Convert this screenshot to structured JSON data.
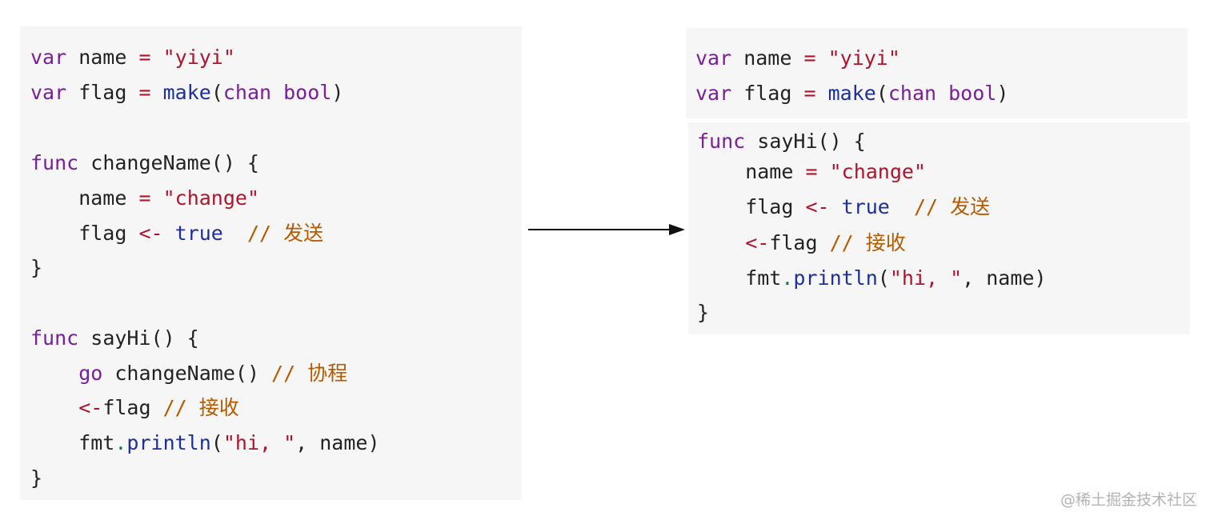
{
  "left_code": [
    [
      {
        "t": "var",
        "c": "kw"
      },
      {
        "t": " name "
      },
      {
        "t": "=",
        "c": "op"
      },
      {
        "t": " "
      },
      {
        "t": "\"yiyi\"",
        "c": "str"
      }
    ],
    [
      {
        "t": "var",
        "c": "kw"
      },
      {
        "t": " flag "
      },
      {
        "t": "=",
        "c": "op"
      },
      {
        "t": " "
      },
      {
        "t": "make",
        "c": "bi"
      },
      {
        "t": "("
      },
      {
        "t": "chan bool",
        "c": "kw"
      },
      {
        "t": ")"
      }
    ],
    [
      {
        "t": "func",
        "c": "kw"
      },
      {
        "t": " changeName() {"
      }
    ],
    [
      {
        "t": "    name "
      },
      {
        "t": "=",
        "c": "op"
      },
      {
        "t": " "
      },
      {
        "t": "\"change\"",
        "c": "str"
      }
    ],
    [
      {
        "t": "    flag "
      },
      {
        "t": "<-",
        "c": "op"
      },
      {
        "t": " "
      },
      {
        "t": "true",
        "c": "bi"
      },
      {
        "t": "  "
      },
      {
        "t": "// 发送",
        "c": "cmt"
      }
    ],
    [
      {
        "t": "}"
      }
    ],
    [
      {
        "t": "func",
        "c": "kw"
      },
      {
        "t": " sayHi() {"
      }
    ],
    [
      {
        "t": "    "
      },
      {
        "t": "go",
        "c": "kw"
      },
      {
        "t": " changeName() "
      },
      {
        "t": "// 协程",
        "c": "cmt"
      }
    ],
    [
      {
        "t": "    "
      },
      {
        "t": "<-",
        "c": "op"
      },
      {
        "t": "flag "
      },
      {
        "t": "// 接收",
        "c": "cmt"
      }
    ],
    [
      {
        "t": "    fmt"
      },
      {
        "t": ".",
        "c": "dot"
      },
      {
        "t": "println",
        "c": "bi"
      },
      {
        "t": "("
      },
      {
        "t": "\"hi, \"",
        "c": "str"
      },
      {
        "t": ", name)"
      }
    ],
    [
      {
        "t": "}"
      }
    ]
  ],
  "right_top_code": [
    [
      {
        "t": "var",
        "c": "kw"
      },
      {
        "t": " name "
      },
      {
        "t": "=",
        "c": "op"
      },
      {
        "t": " "
      },
      {
        "t": "\"yiyi\"",
        "c": "str"
      }
    ],
    [
      {
        "t": "var",
        "c": "kw"
      },
      {
        "t": " flag "
      },
      {
        "t": "=",
        "c": "op"
      },
      {
        "t": " "
      },
      {
        "t": "make",
        "c": "bi"
      },
      {
        "t": "("
      },
      {
        "t": "chan bool",
        "c": "kw"
      },
      {
        "t": ")"
      }
    ]
  ],
  "right_bottom_code": [
    [
      {
        "t": "func",
        "c": "kw"
      },
      {
        "t": " sayHi() {"
      }
    ],
    [
      {
        "t": "    name "
      },
      {
        "t": "=",
        "c": "op"
      },
      {
        "t": " "
      },
      {
        "t": "\"change\"",
        "c": "str"
      }
    ],
    [
      {
        "t": "    flag "
      },
      {
        "t": "<-",
        "c": "op"
      },
      {
        "t": " "
      },
      {
        "t": "true",
        "c": "bi"
      },
      {
        "t": "  "
      },
      {
        "t": "// 发送",
        "c": "cmt"
      }
    ],
    [
      {
        "t": "    "
      },
      {
        "t": "<-",
        "c": "op"
      },
      {
        "t": "flag "
      },
      {
        "t": "// 接收",
        "c": "cmt"
      }
    ],
    [
      {
        "t": "    fmt"
      },
      {
        "t": ".",
        "c": "dot"
      },
      {
        "t": "println",
        "c": "bi"
      },
      {
        "t": "("
      },
      {
        "t": "\"hi, \"",
        "c": "str"
      },
      {
        "t": ", name)"
      }
    ],
    [
      {
        "t": "}"
      }
    ]
  ],
  "watermark": "@稀土掘金技术社区",
  "arrow_icon": "arrow-right-icon",
  "colors": {
    "panel_bg": "#f6f6f6",
    "keyword": "#7a1f9a",
    "operator_string": "#b0142c",
    "builtin": "#1d2f9c",
    "comment": "#b65a00",
    "text": "#222222"
  }
}
